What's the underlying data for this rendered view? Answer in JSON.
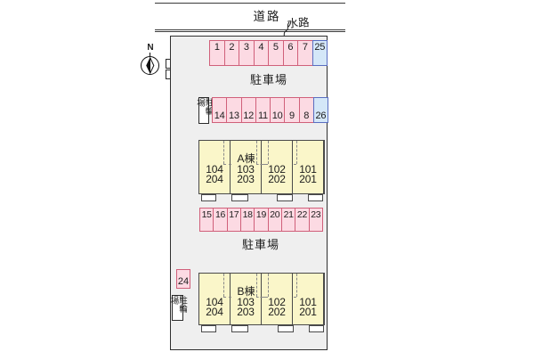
{
  "surroundings": {
    "road_label": "道路",
    "waterway_label": "水路"
  },
  "compass": {
    "north_label": "N"
  },
  "garbage": {
    "line1": "ゴミ",
    "line2": "置場"
  },
  "parking": {
    "lot_label_top": "駐車場",
    "lot_label_mid": "駐車場",
    "bicycle_label_top": "駐輪場",
    "bicycle_label_bottom": "駐輪場",
    "row1": [
      "1",
      "2",
      "3",
      "4",
      "5",
      "6",
      "7",
      "25"
    ],
    "row2": [
      "14",
      "13",
      "12",
      "11",
      "10",
      "9",
      "8",
      "26"
    ],
    "row3": [
      "15",
      "16",
      "17",
      "18",
      "19",
      "20",
      "21",
      "22",
      "23"
    ],
    "space24": "24"
  },
  "buildings": {
    "a": {
      "name": "A棟",
      "units": [
        [
          "104",
          "204"
        ],
        [
          "103",
          "203"
        ],
        [
          "102",
          "202"
        ],
        [
          "101",
          "201"
        ]
      ]
    },
    "b": {
      "name": "B棟",
      "units": [
        [
          "104",
          "204"
        ],
        [
          "103",
          "203"
        ],
        [
          "102",
          "202"
        ],
        [
          "101",
          "201"
        ]
      ]
    }
  },
  "colors": {
    "space_pink_fill": "#fcdae3",
    "space_pink_border": "#d0607a",
    "space_blue_fill": "#d4e7f8",
    "space_blue_border": "#5a6ec1",
    "building_fill": "#faf6c9",
    "site_fill": "#efefef"
  }
}
